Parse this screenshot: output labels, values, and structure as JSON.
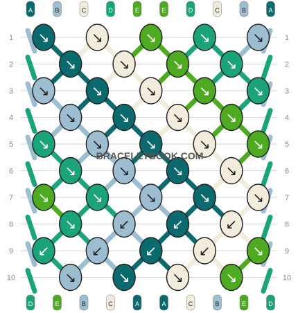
{
  "watermark": "BRACELETBOOK.COM",
  "colors": {
    "A": "#0b6a6e",
    "B": "#9dbdd1",
    "C": "#f1ecdc",
    "D": "#1ba37a",
    "E": "#4eaa20",
    "grid": "#d6d6d6",
    "row_number": "#888888",
    "knot_outline": "#222222"
  },
  "top_strings": [
    "A",
    "B",
    "C",
    "D",
    "E",
    "E",
    "D",
    "C",
    "B",
    "A"
  ],
  "bottom_strings": [
    "D",
    "E",
    "B",
    "C",
    "A",
    "A",
    "C",
    "B",
    "E",
    "D"
  ],
  "row_labels": [
    "1",
    "2",
    "3",
    "4",
    "5",
    "6",
    "7",
    "8",
    "9",
    "10"
  ],
  "knots": [
    [
      {
        "c": "A",
        "d": "↘"
      },
      {
        "c": "C",
        "d": "↘"
      },
      {
        "c": "E",
        "d": "↘"
      },
      {
        "c": "D",
        "d": "↘"
      },
      {
        "c": "B",
        "d": "↘"
      }
    ],
    [
      {
        "c": "A",
        "d": "↘"
      },
      {
        "c": "C",
        "d": "↘"
      },
      {
        "c": "E",
        "d": "↘"
      },
      {
        "c": "D",
        "d": "↘"
      }
    ],
    [
      {
        "c": "B",
        "d": "↘"
      },
      {
        "c": "A",
        "d": "↘"
      },
      {
        "c": "C",
        "d": "↘"
      },
      {
        "c": "E",
        "d": "↘"
      },
      {
        "c": "D",
        "d": "↘"
      }
    ],
    [
      {
        "c": "B",
        "d": "↘"
      },
      {
        "c": "A",
        "d": "↘"
      },
      {
        "c": "C",
        "d": "↘"
      },
      {
        "c": "E",
        "d": "↘"
      }
    ],
    [
      {
        "c": "D",
        "d": "↘"
      },
      {
        "c": "B",
        "d": "↘"
      },
      {
        "c": "A",
        "d": "↘"
      },
      {
        "c": "C",
        "d": "↘"
      },
      {
        "c": "E",
        "d": "↘"
      }
    ],
    [
      {
        "c": "D",
        "d": "↘"
      },
      {
        "c": "B",
        "d": "↘"
      },
      {
        "c": "A",
        "d": "↘"
      },
      {
        "c": "C",
        "d": "↘"
      }
    ],
    [
      {
        "c": "E",
        "d": "↘"
      },
      {
        "c": "D",
        "d": "↘"
      },
      {
        "c": "B",
        "d": "↘"
      },
      {
        "c": "A",
        "d": "↘"
      },
      {
        "c": "C",
        "d": "↘"
      }
    ],
    [
      {
        "c": "D",
        "d": "↘"
      },
      {
        "c": "B",
        "d": "↙"
      },
      {
        "c": "A",
        "d": "↙"
      },
      {
        "c": "C",
        "d": "↙"
      }
    ],
    [
      {
        "c": "D",
        "d": "↙"
      },
      {
        "c": "B",
        "d": "↙"
      },
      {
        "c": "A",
        "d": "↙"
      },
      {
        "c": "C",
        "d": "↙"
      },
      {
        "c": "E",
        "d": "↘"
      }
    ],
    [
      {
        "c": "B",
        "d": "↘"
      },
      {
        "c": "A",
        "d": "↘"
      },
      {
        "c": "C",
        "d": "↘"
      },
      {
        "c": "E",
        "d": "↘"
      }
    ]
  ]
}
